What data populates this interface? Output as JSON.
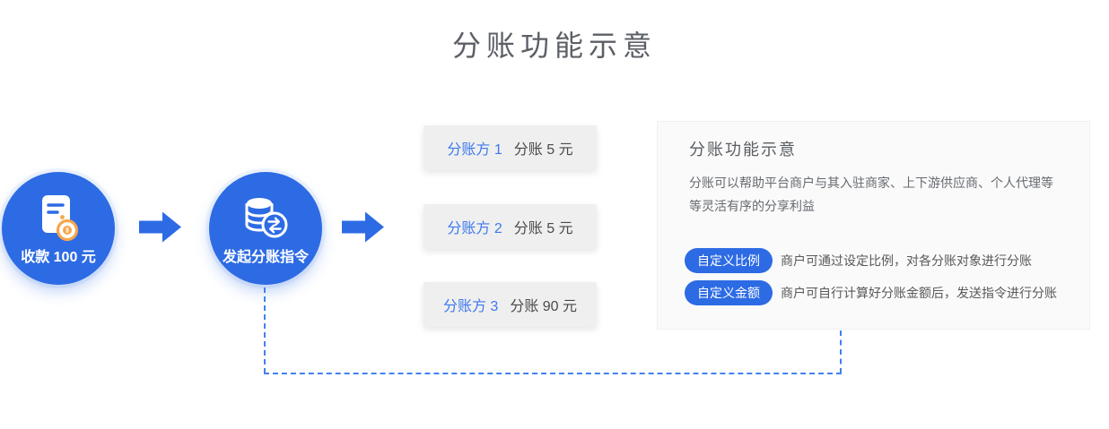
{
  "page": {
    "title": "分账功能示意"
  },
  "flow": {
    "node_receive": {
      "label": "收款 100 元"
    },
    "node_instruct": {
      "label": "发起分账指令"
    },
    "recipients": [
      {
        "name": "分账方 1",
        "amount": "分账 5 元"
      },
      {
        "name": "分账方 2",
        "amount": "分账 5 元"
      },
      {
        "name": "分账方 3",
        "amount": "分账 90 元"
      }
    ]
  },
  "panel": {
    "title": "分账功能示意",
    "description": "分账可以帮助平台商户与其入驻商家、上下游供应商、个人代理等等灵活有序的分享利益",
    "features": [
      {
        "tag": "自定义比例",
        "text": "商户可通过设定比例，对各分账对象进行分账"
      },
      {
        "tag": "自定义金额",
        "text": "商户可自行计算好分账金额后，发送指令进行分账"
      }
    ]
  },
  "icons": {
    "receipt_coin": "receipt-coin-icon",
    "coin_stack_transfer": "coin-stack-transfer-icon",
    "arrow_right": "arrow-right-icon"
  },
  "colors": {
    "primary_blue": "#2d6be4",
    "link_blue": "#3e78ee",
    "dash_blue": "#4381f0",
    "coin_orange": "#f7a64a",
    "card_gray": "#efefef",
    "panel_gray": "#fafafa",
    "title_gray": "#5c6066",
    "text_gray": "#666a70"
  }
}
